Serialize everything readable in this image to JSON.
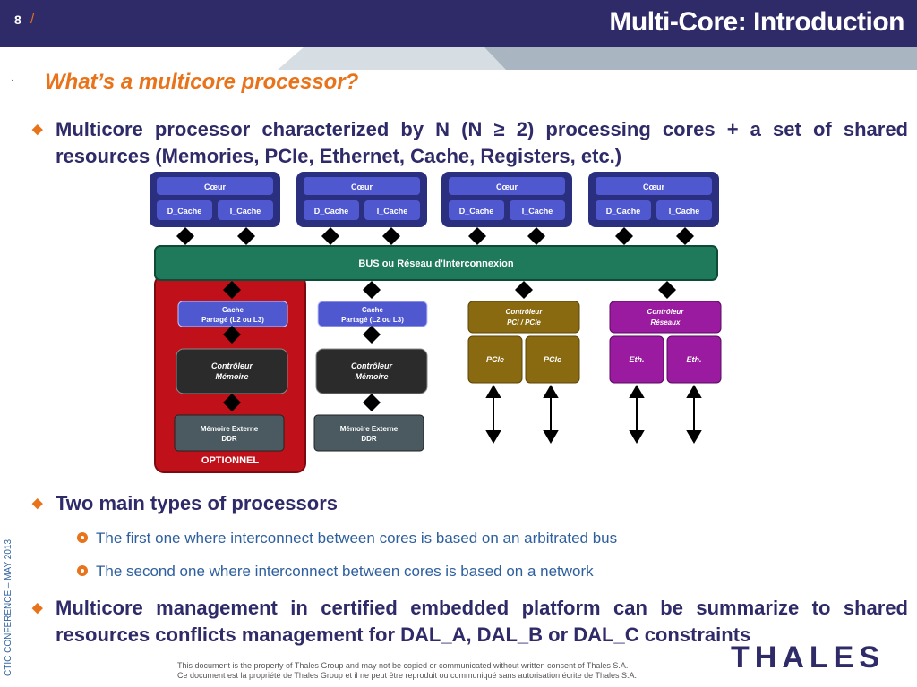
{
  "header": {
    "page_number": "8",
    "separator": "/",
    "title": "Multi-Core: Introduction"
  },
  "subtitle": "What’s a multicore processor?",
  "bullets": [
    "Multicore processor characterized by N (N ≥ 2) processing cores + a set of shared resources (Memories, PCIe, Ethernet, Cache, Registers, etc.)",
    "Two main types of processors",
    "Multicore management in certified embedded platform can be summarize to shared resources conflicts management for DAL_A, DAL_B or DAL_C constraints"
  ],
  "sub_bullets": [
    "The first one where interconnect between cores is based on an arbitrated bus",
    "The second one where interconnect between cores is based on a network"
  ],
  "sidebar_text": "CTIC CONFERENCE – MAY 2013",
  "footer": {
    "line1": "This document is the property of Thales Group and may not be copied or communicated without written consent of Thales S.A.",
    "line2": "Ce document est la propriété de Thales Group et il ne peut être reproduit ou communiqué sans autorisation écrite de Thales S.A."
  },
  "logo_text": "THALES",
  "diagram": {
    "core_label": "Cœur",
    "dcache_label": "D_Cache",
    "icache_label": "I_Cache",
    "bus_label": "BUS ou Réseau d'Interconnexion",
    "cache_line1": "Cache",
    "cache_line2": "Partagé (L2 ou L3)",
    "mem_ctrl_line1": "Contrôleur",
    "mem_ctrl_line2": "Mémoire",
    "ext_mem_line1": "Mémoire Externe",
    "ext_mem_line2": "DDR",
    "optional_label": "OPTIONNEL",
    "pci_ctrl_line1": "Contrôleur",
    "pci_ctrl_line2": "PCI / PCIe",
    "pcie_label": "PCIe",
    "net_ctrl_line1": "Contrôleur",
    "net_ctrl_line2": "Réseaux",
    "eth_label": "Eth.",
    "colors": {
      "core": "#4048b8",
      "bus": "#1e7a5a",
      "optional": "#c0111a",
      "pci": "#8a6a10",
      "net": "#9a1aa0",
      "memctrl": "#333333"
    }
  }
}
